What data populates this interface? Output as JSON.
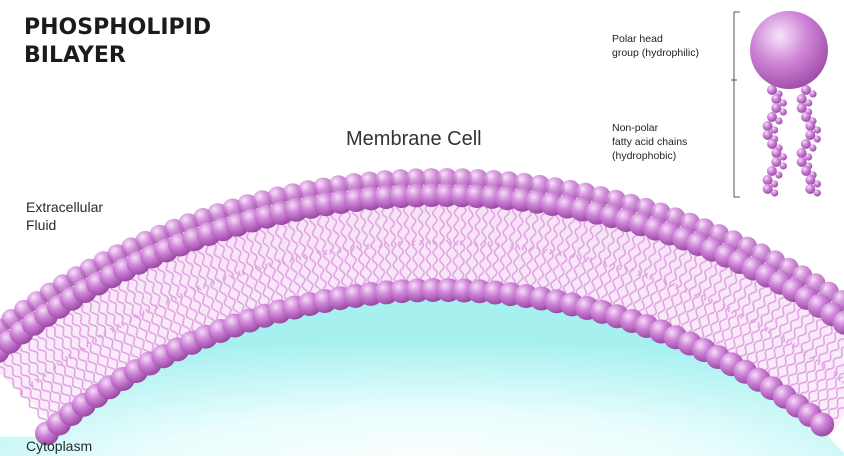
{
  "title": "PHOSPHOLIPID\nBILAYER",
  "membrane_label": "Membrane Cell",
  "extracellular_label": "Extracellular\nFluid",
  "cytoplasm_label": "Cytoplasm",
  "legend": {
    "head_label": "Polar head\ngroup (hydrophilic)",
    "tail_label": "Non-polar\nfatty acid chains\n(hydrophobic)"
  },
  "colors": {
    "head": "#cf86d8",
    "head_dark": "#a04eaa",
    "tail": "#e2a6e4",
    "cytoplasm": "#b8f4f4"
  }
}
